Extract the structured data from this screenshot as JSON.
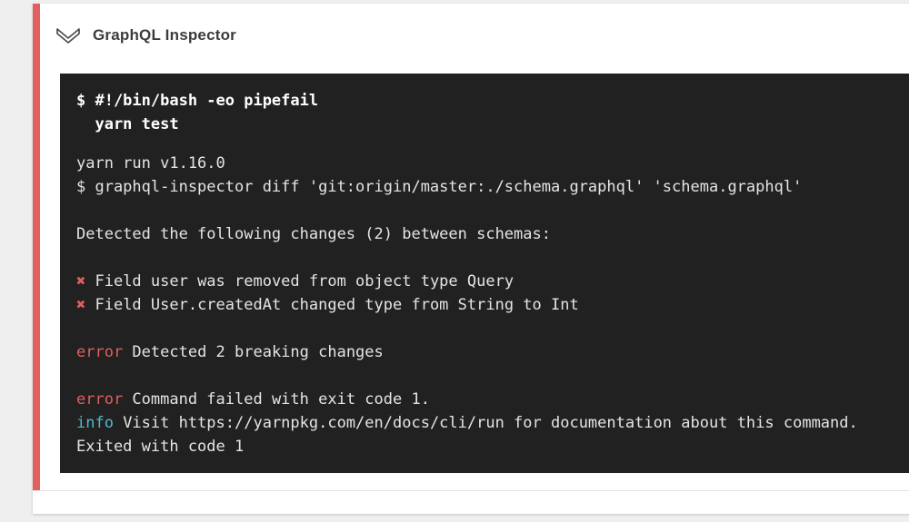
{
  "colors": {
    "page_bg": "#efefef",
    "card_bg": "#ffffff",
    "status_red": "#e25f5f",
    "terminal_bg": "#212121",
    "terminal_text": "#e6e4e1",
    "terminal_bold": "#ffffff",
    "error_red": "#df5f5f",
    "info_cyan": "#4fb8ca",
    "title_text": "#3c3c3c"
  },
  "step": {
    "title": "GraphQL Inspector",
    "collapse_icon": "chevron-double-down-icon"
  },
  "terminal": {
    "command_lines": [
      "$ #!/bin/bash -eo pipefail",
      "  yarn test"
    ],
    "output_lines": [
      {
        "text": "yarn run v1.16.0"
      },
      {
        "text": "$ graphql-inspector diff 'git:origin/master:./schema.graphql' 'schema.graphql'"
      },
      {
        "text": ""
      },
      {
        "text": "Detected the following changes (2) between schemas:"
      },
      {
        "text": ""
      },
      {
        "prefix": "✖",
        "prefix_color": "error_red",
        "text": "Field user was removed from object type Query"
      },
      {
        "prefix": "✖",
        "prefix_color": "error_red",
        "text": "Field User.createdAt changed type from String to Int"
      },
      {
        "text": ""
      },
      {
        "prefix": "error",
        "prefix_color": "error_red",
        "text": "Detected 2 breaking changes"
      },
      {
        "text": ""
      },
      {
        "prefix": "error",
        "prefix_color": "error_red",
        "text": "Command failed with exit code 1."
      },
      {
        "prefix": "info",
        "prefix_color": "info_cyan",
        "text": "Visit https://yarnpkg.com/en/docs/cli/run for documentation about this command."
      },
      {
        "text": "Exited with code 1"
      }
    ]
  }
}
